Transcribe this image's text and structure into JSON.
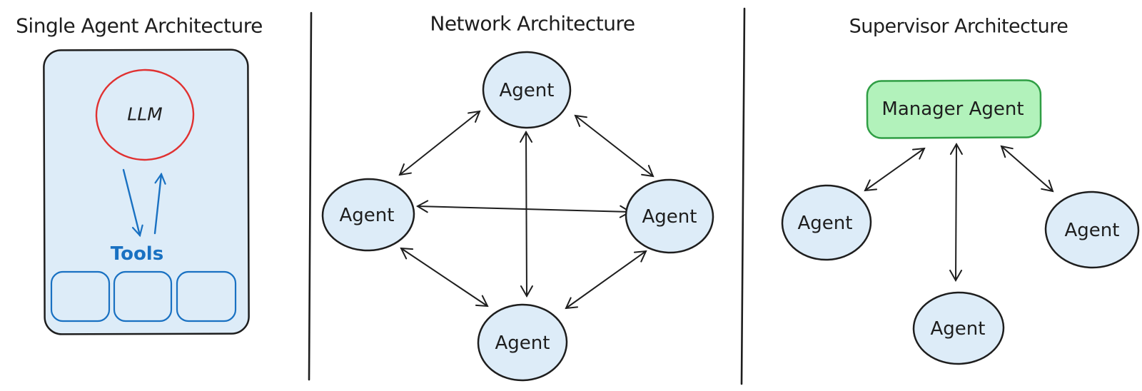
{
  "canvas": {
    "background": "#ffffff"
  },
  "colors": {
    "ink": "#1e1e1e",
    "accent_blue": "#1971c2",
    "accent_red": "#e03131",
    "node_fill_blue": "#ddecf8",
    "manager_fill_green": "#b2f2bb",
    "manager_stroke_green": "#2f9e44"
  },
  "panels": {
    "single_agent": {
      "title": "Single Agent Architecture",
      "llm": {
        "label": "LLM"
      },
      "tools": {
        "label": "Tools",
        "slot_count": 3
      },
      "arrows": [
        {
          "from": "llm",
          "to": "tools"
        },
        {
          "from": "tools",
          "to": "llm"
        }
      ]
    },
    "network": {
      "title": "Network Architecture",
      "nodes": [
        {
          "position": "top",
          "label": "Agent"
        },
        {
          "position": "left",
          "label": "Agent"
        },
        {
          "position": "right",
          "label": "Agent"
        },
        {
          "position": "bottom",
          "label": "Agent"
        }
      ],
      "edges": [
        {
          "from": "top",
          "to": "left",
          "bidirectional": true
        },
        {
          "from": "top",
          "to": "right",
          "bidirectional": true
        },
        {
          "from": "left",
          "to": "right",
          "bidirectional": true
        },
        {
          "from": "top",
          "to": "bottom",
          "bidirectional": true
        },
        {
          "from": "left",
          "to": "bottom",
          "bidirectional": true
        },
        {
          "from": "right",
          "to": "bottom",
          "bidirectional": true
        }
      ]
    },
    "supervisor": {
      "title": "Supervisor Architecture",
      "manager": {
        "label": "Manager Agent"
      },
      "workers": [
        {
          "position": "left",
          "label": "Agent"
        },
        {
          "position": "right",
          "label": "Agent"
        },
        {
          "position": "bottom",
          "label": "Agent"
        }
      ],
      "edges": [
        {
          "from": "manager",
          "to": "left",
          "bidirectional": true
        },
        {
          "from": "manager",
          "to": "bottom",
          "bidirectional": true
        },
        {
          "from": "manager",
          "to": "right",
          "bidirectional": true
        }
      ]
    }
  }
}
